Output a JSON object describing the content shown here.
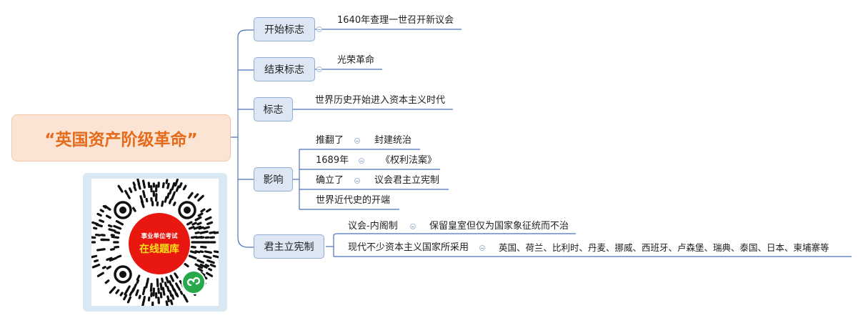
{
  "root": {
    "label": "“英国资产阶级革命”"
  },
  "topics": {
    "start": {
      "label": "开始标志",
      "items": [
        "1640年查理一世召开新议会"
      ]
    },
    "end": {
      "label": "结束标志",
      "items": [
        "光荣革命"
      ]
    },
    "mark": {
      "label": "标志",
      "items": [
        "世界历史开始进入资本主义时代"
      ]
    },
    "impact": {
      "label": "影响",
      "items": [
        {
          "label": "推翻了",
          "child": "封建统治"
        },
        {
          "label": "1689年",
          "child": "《权利法案》"
        },
        {
          "label": "确立了",
          "child": "议会君主立宪制"
        },
        {
          "label": "世界近代史的开端"
        }
      ]
    },
    "monarchy": {
      "label": "君主立宪制",
      "items": [
        {
          "label": "议会-内阁制",
          "child": "保留皇室但仅为国家象征统而不治"
        },
        {
          "label": "现代不少资本主义国家所采用",
          "child": "英国、荷兰、比利时、丹麦、挪威、西班牙、卢森堡、瑞典、泰国、日本、柬埔寨等"
        }
      ]
    }
  },
  "qr": {
    "line1": "事业单位考试",
    "line2": "在线题库"
  },
  "colors": {
    "root_fill": "#fbe4d3",
    "root_text": "#e56a1a",
    "topic_fill": "#dde7f4",
    "topic_border": "#94aed3",
    "line": "#4a72b8",
    "qr_red": "#e8170f",
    "qr_yellow": "#f7e11a",
    "mini_green": "#27a84a"
  }
}
